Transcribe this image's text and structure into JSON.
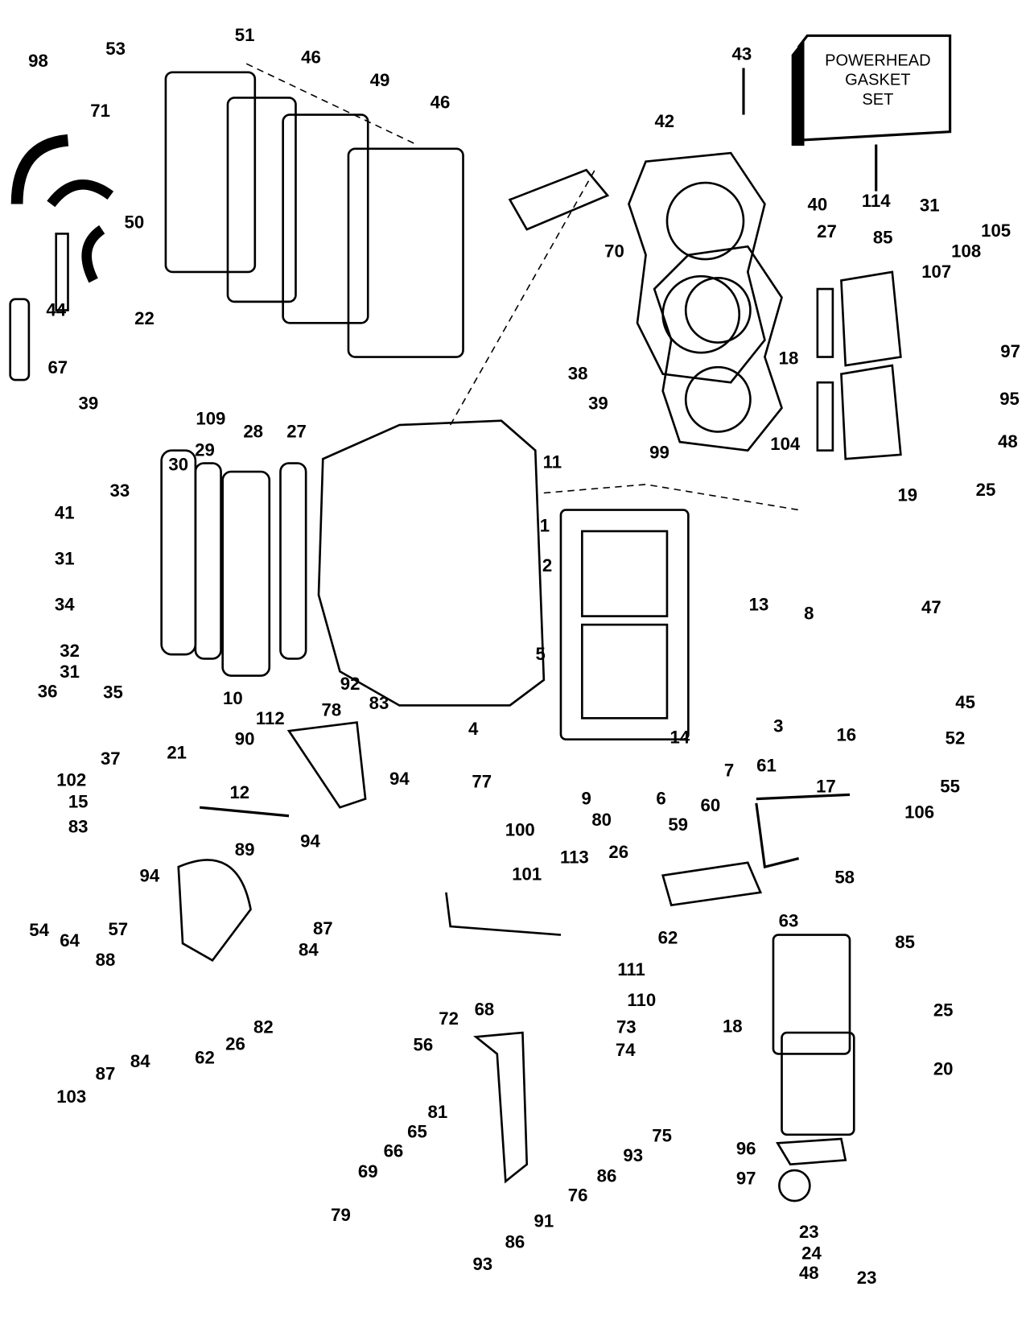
{
  "kit_box": {
    "line1": "POWERHEAD",
    "line2": "GASKET",
    "line3": "SET"
  },
  "colors": {
    "ink": "#000000",
    "paper": "#ffffff"
  },
  "labels": [
    "98",
    "53",
    "51",
    "46",
    "49",
    "46",
    "43",
    "42",
    "71",
    "50",
    "44",
    "22",
    "67",
    "40",
    "114",
    "31",
    "27",
    "85",
    "105",
    "108",
    "107",
    "70",
    "18",
    "97",
    "95",
    "48",
    "25",
    "19",
    "38",
    "39",
    "39",
    "109",
    "28",
    "27",
    "29",
    "30",
    "99",
    "104",
    "11",
    "33",
    "41",
    "31",
    "1",
    "2",
    "8",
    "13",
    "34",
    "47",
    "32",
    "31",
    "5",
    "45",
    "36",
    "35",
    "10",
    "92",
    "83",
    "112",
    "78",
    "4",
    "3",
    "14",
    "52",
    "16",
    "37",
    "90",
    "21",
    "77",
    "94",
    "7",
    "61",
    "17",
    "106",
    "55",
    "102",
    "15",
    "12",
    "9",
    "6",
    "60",
    "100",
    "80",
    "113",
    "59",
    "26",
    "83",
    "94",
    "89",
    "94",
    "58",
    "54",
    "64",
    "87",
    "84",
    "57",
    "101",
    "63",
    "62",
    "88",
    "85",
    "111",
    "110",
    "68",
    "82",
    "25",
    "26",
    "62",
    "84",
    "87",
    "103",
    "72",
    "56",
    "73",
    "74",
    "18",
    "20",
    "75",
    "81",
    "65",
    "93",
    "66",
    "96",
    "97",
    "86",
    "76",
    "69",
    "91",
    "79",
    "86",
    "23",
    "24",
    "48",
    "93",
    "23"
  ]
}
